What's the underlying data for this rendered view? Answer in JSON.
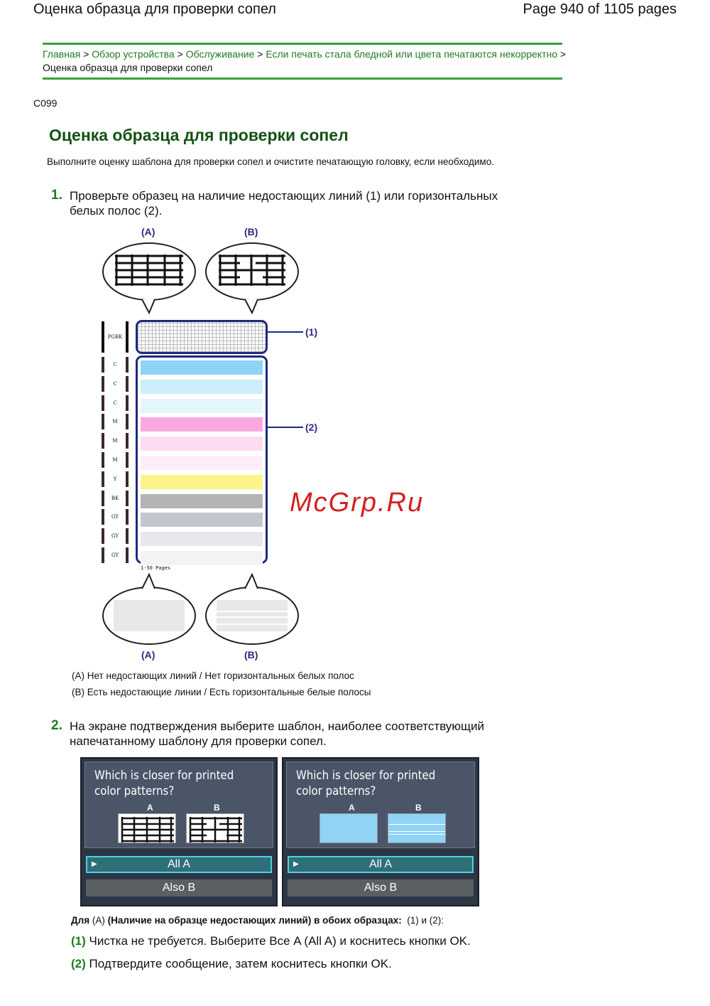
{
  "header": {
    "title": "Оценка образца для проверки сопел",
    "page": "Page 940 of 1105 pages"
  },
  "breadcrumb": {
    "items": [
      "Главная",
      "Обзор устройства",
      "Обслуживание",
      "Если печать стала бледной или цвета печатаются некорректно"
    ],
    "current": "Оценка образца для проверки сопел",
    "sep": ">"
  },
  "code": "C099",
  "title": "Оценка образца для проверки сопел",
  "intro": "Выполните оценку шаблона для проверки сопел и очистите печатающую головку, если необходимо.",
  "step1": {
    "num": "1.",
    "line1": "Проверьте образец на наличие недостающих линий (1) или горизонтальных",
    "line2": "белых полос (2)."
  },
  "diagram": {
    "label_a": "(A)",
    "label_b": "(B)",
    "callout1": "(1)",
    "callout2": "(2)",
    "top_code": "PGBK",
    "pages": "1-50 Pages",
    "rows": [
      {
        "code": "C",
        "color": "#8fd3f5"
      },
      {
        "code": "C",
        "color": "#cdeefa"
      },
      {
        "code": "C",
        "color": "#e4f6fc"
      },
      {
        "code": "M",
        "color": "#fca8e0"
      },
      {
        "code": "M",
        "color": "#fddcf2"
      },
      {
        "code": "M",
        "color": "#feedf8"
      },
      {
        "code": "Y",
        "color": "#fcf48a"
      },
      {
        "code": "BK",
        "color": "#b4b4b4"
      },
      {
        "code": "GY",
        "color": "#c4c6ce"
      },
      {
        "code": "GY",
        "color": "#e8e8ec"
      },
      {
        "code": "GY",
        "color": "#f3f3f3"
      }
    ]
  },
  "legend": {
    "a": "(A) Нет недостающих линий / Нет горизонтальных белых полос",
    "b": "(B) Есть недостающие линии / Есть горизонтальные белые полосы"
  },
  "step2": {
    "num": "2.",
    "line1": "На экране подтверждения выберите шаблон, наиболее соответствующий",
    "line2": "напечатанному шаблону для проверки сопел."
  },
  "screens": {
    "question1": "Which is closer for printed",
    "question2": "color patterns?",
    "a": "A",
    "b": "B",
    "all_a": "All A",
    "also_b": "Also B"
  },
  "note": {
    "p1": "Для",
    "p2": "(A)",
    "p3": "(Наличие на образце недостающих линий) в обоих образцах:",
    "p4": "(1) и (2):"
  },
  "items": [
    {
      "num": "(1)",
      "text": "Чистка не требуется. Выберите Все A (All A) и коснитесь кнопки OK."
    },
    {
      "num": "(2)",
      "text": "Подтвердите сообщение, затем коснитесь кнопки OK."
    }
  ],
  "watermark": "McGrp.Ru"
}
